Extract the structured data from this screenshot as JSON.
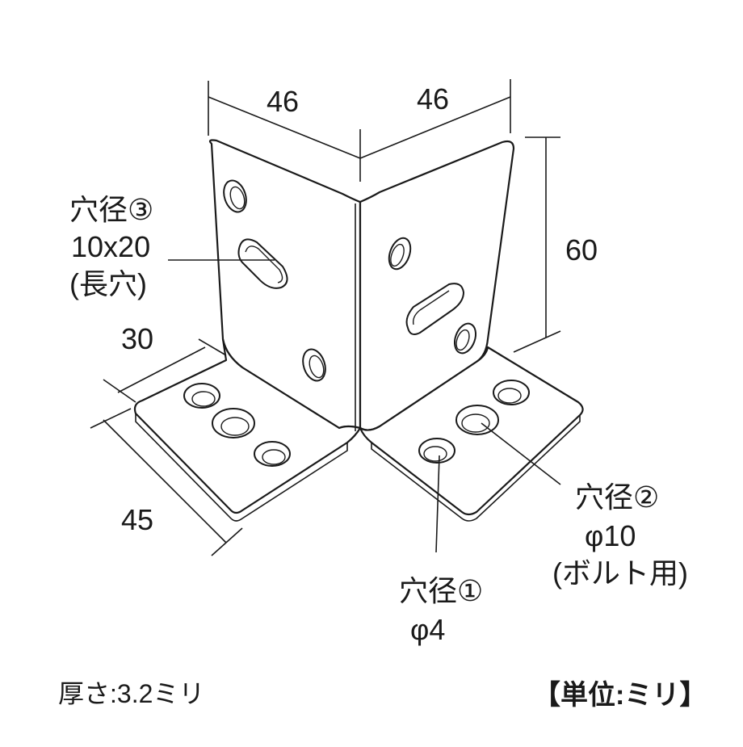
{
  "dimensions": {
    "width_left": "46",
    "width_right": "46",
    "height": "60",
    "leg_depth": "30",
    "leg_length": "45"
  },
  "callouts": {
    "hole3": {
      "title": "穴径③",
      "size": "10x20",
      "note": "(長穴)"
    },
    "hole2": {
      "title": "穴径②",
      "size": "φ10",
      "note": "(ボルト用)"
    },
    "hole1": {
      "title": "穴径①",
      "size": "φ4"
    }
  },
  "footer": {
    "thickness": "厚さ:3.2ミリ",
    "unit": "【単位:ミリ】"
  }
}
